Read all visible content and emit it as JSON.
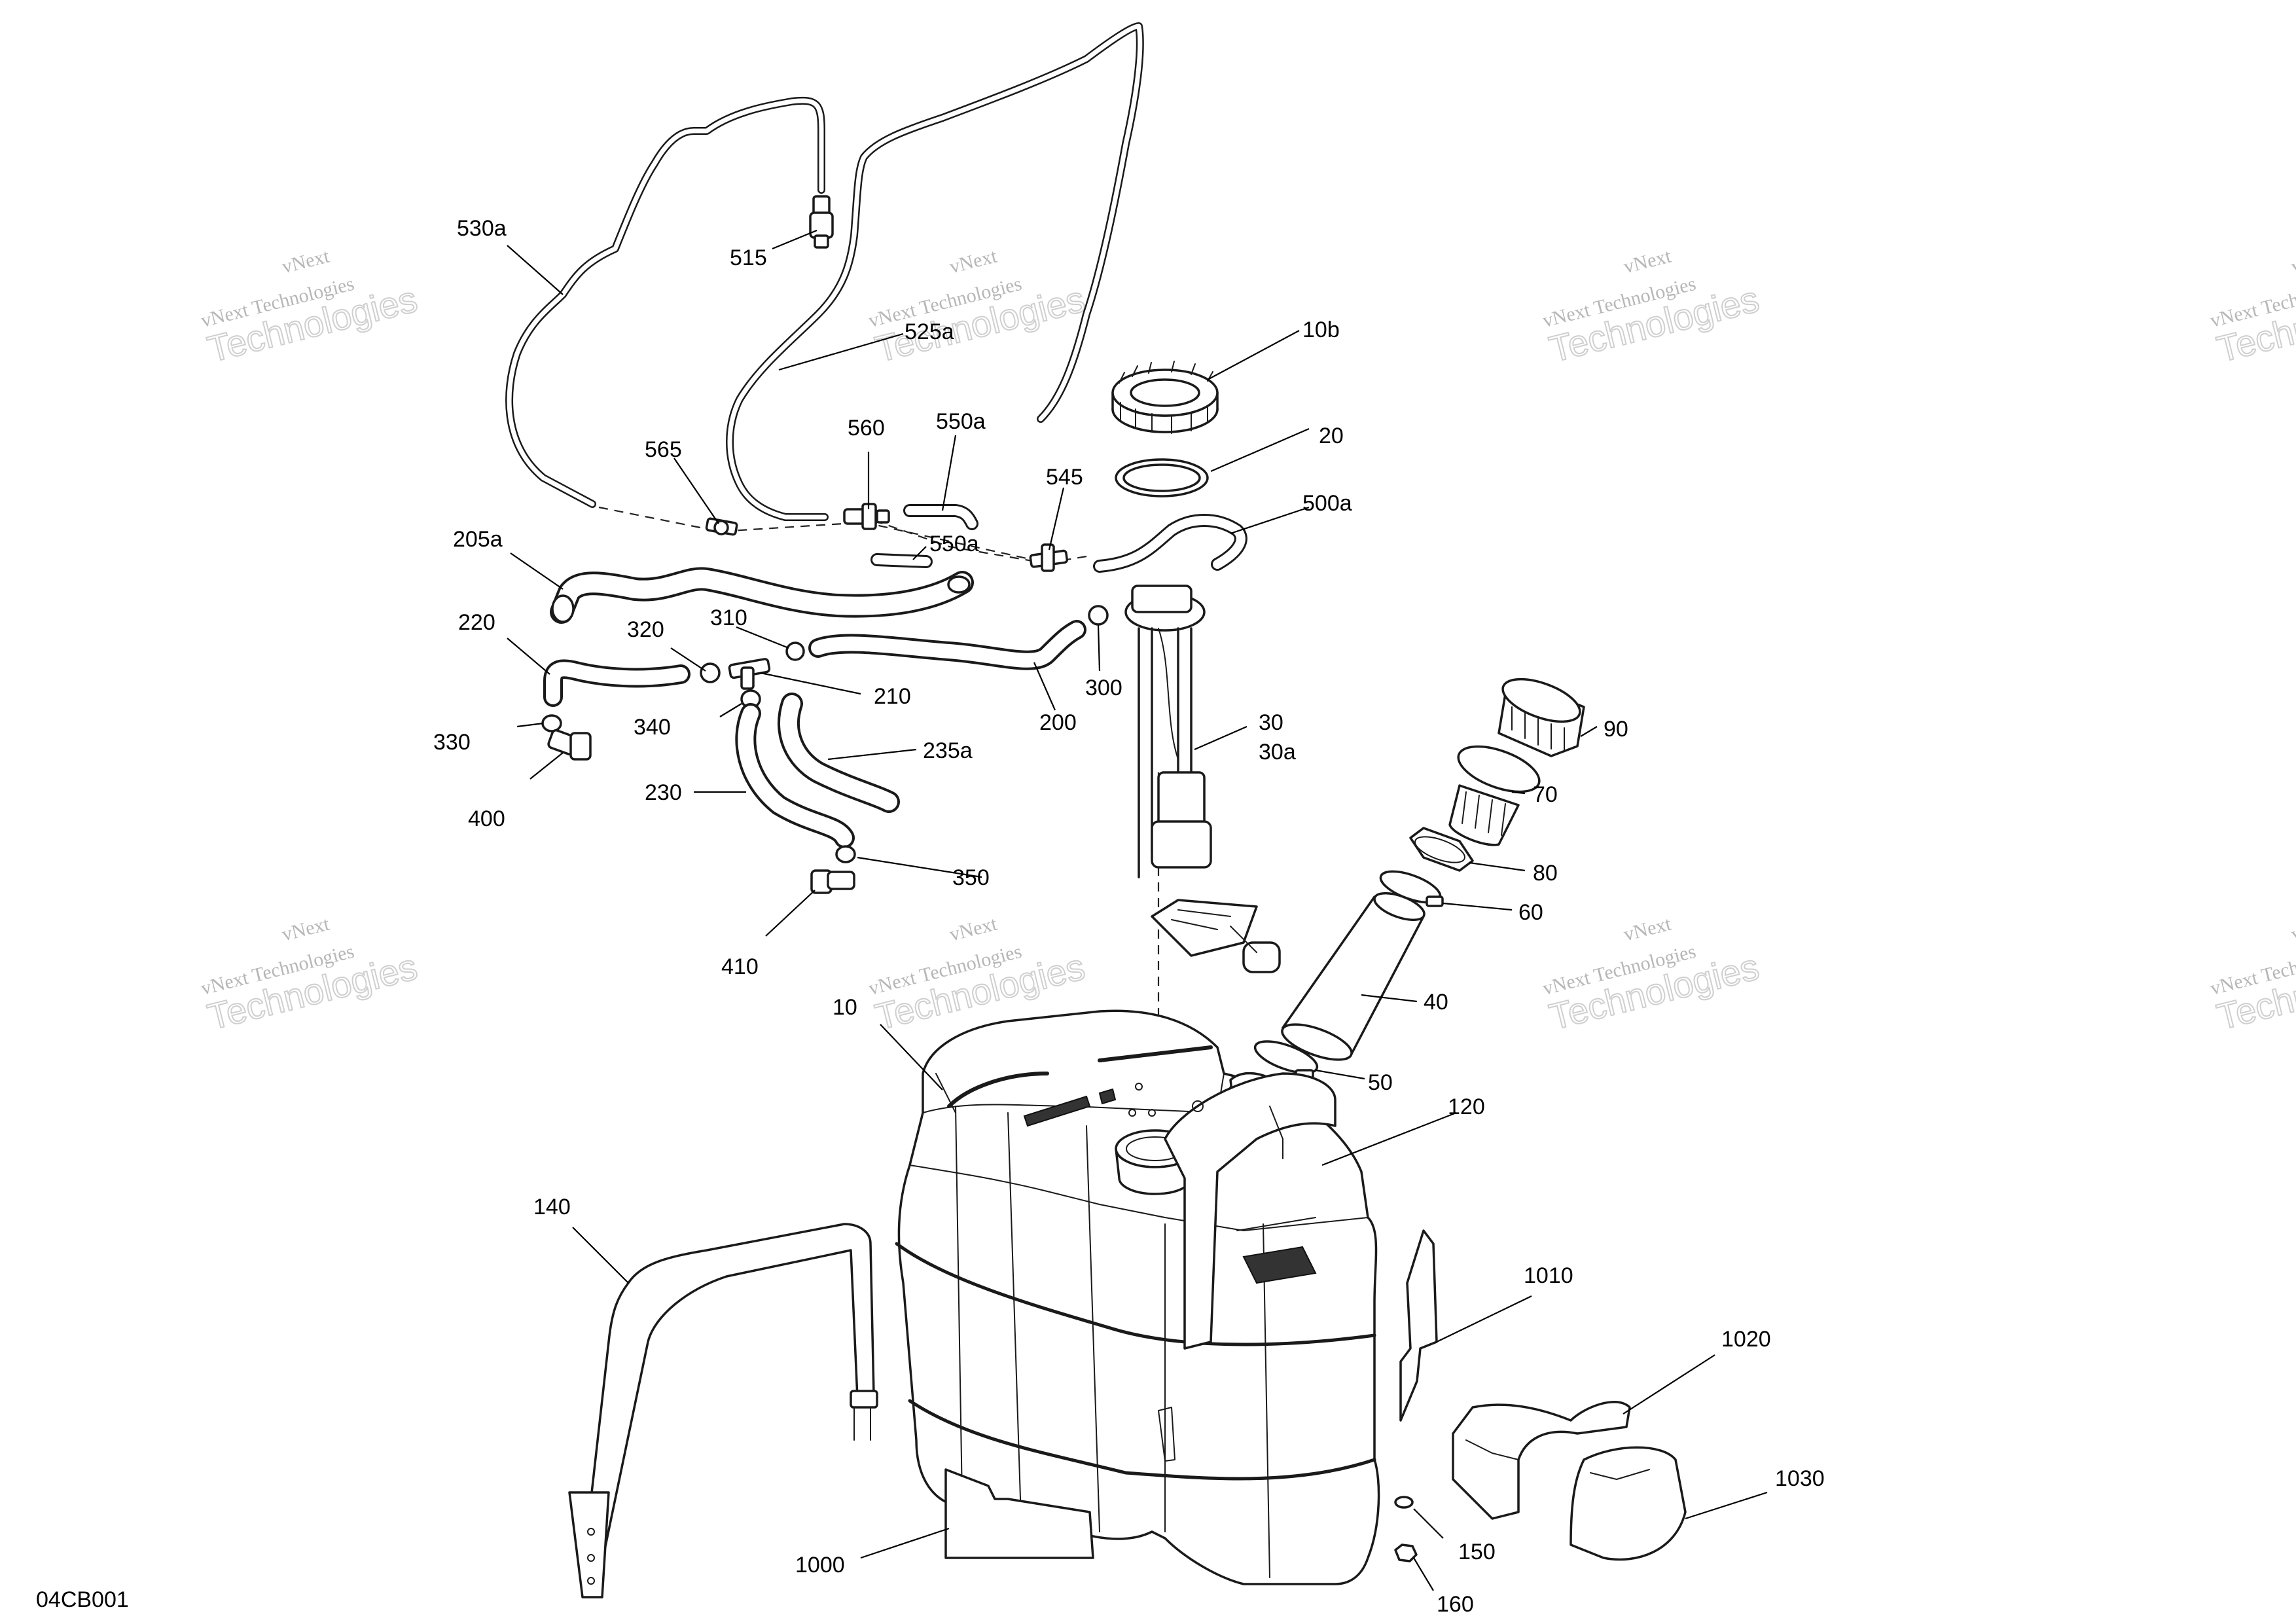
{
  "drawing_id": "04CB001",
  "watermark": {
    "line1": "vNext",
    "line2": "vNext Technologies",
    "line3": "Technologies"
  },
  "callouts": {
    "c530a": "530a",
    "c515": "515",
    "c525a": "525a",
    "c10b": "10b",
    "c20": "20",
    "c565": "565",
    "c560": "560",
    "c550a_top": "550a",
    "c545": "545",
    "c500a": "500a",
    "c205a": "205a",
    "c550a_low": "550a",
    "c220": "220",
    "c320": "320",
    "c310": "310",
    "c210": "210",
    "c300": "300",
    "c200": "200",
    "c30": "30",
    "c30a": "30a",
    "c90": "90",
    "c330": "330",
    "c340": "340",
    "c235a": "235a",
    "c70": "70",
    "c400": "400",
    "c230": "230",
    "c80": "80",
    "c350": "350",
    "c60": "60",
    "c410": "410",
    "c40": "40",
    "c10": "10",
    "c50": "50",
    "c120": "120",
    "c140": "140",
    "c1010": "1010",
    "c1020": "1020",
    "c1030": "1030",
    "c150": "150",
    "c1000": "1000",
    "c160": "160"
  }
}
